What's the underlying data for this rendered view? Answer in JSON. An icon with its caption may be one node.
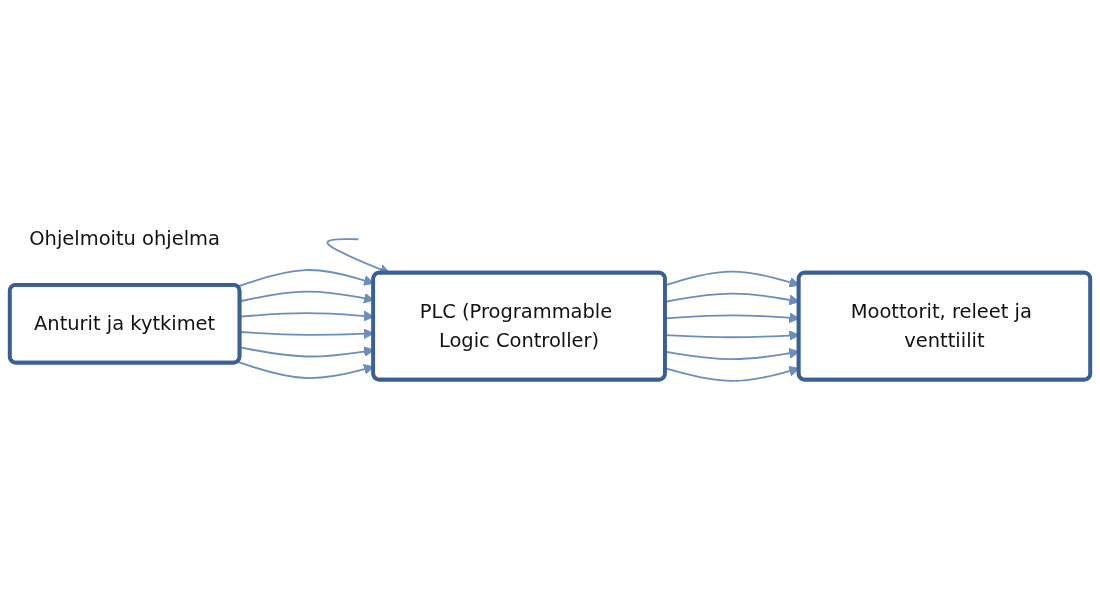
{
  "diagram": {
    "nodes": [
      {
        "text": [
          "Ohjelmoitu ohjelma"
        ]
      },
      {
        "text": [
          "Anturit ja kytkimet"
        ]
      },
      {
        "text": [
          "PLC (Programmable Logic Controller)"
        ]
      },
      {
        "text": [
          "Moottorit, releet ja venttiilit"
        ]
      }
    ],
    "edges": [
      {
        "from": 0,
        "to": 2,
        "arrow": "to"
      },
      {
        "from": 1,
        "to": 2,
        "arrow": "to"
      },
      {
        "from": 1,
        "to": 2,
        "arrow": "to"
      },
      {
        "from": 1,
        "to": 2,
        "arrow": "to"
      },
      {
        "from": 1,
        "to": 2,
        "arrow": "to"
      },
      {
        "from": 1,
        "to": 2,
        "arrow": "to"
      },
      {
        "from": 1,
        "to": 2,
        "arrow": "to"
      },
      {
        "from": 2,
        "to": 3,
        "arrow": "to"
      },
      {
        "from": 2,
        "to": 3,
        "arrow": "to"
      },
      {
        "from": 2,
        "to": 3,
        "arrow": "to"
      },
      {
        "from": 2,
        "to": 3,
        "arrow": "to"
      },
      {
        "from": 2,
        "to": 3,
        "arrow": "to"
      },
      {
        "from": 2,
        "to": 3,
        "arrow": "to"
      }
    ]
  }
}
